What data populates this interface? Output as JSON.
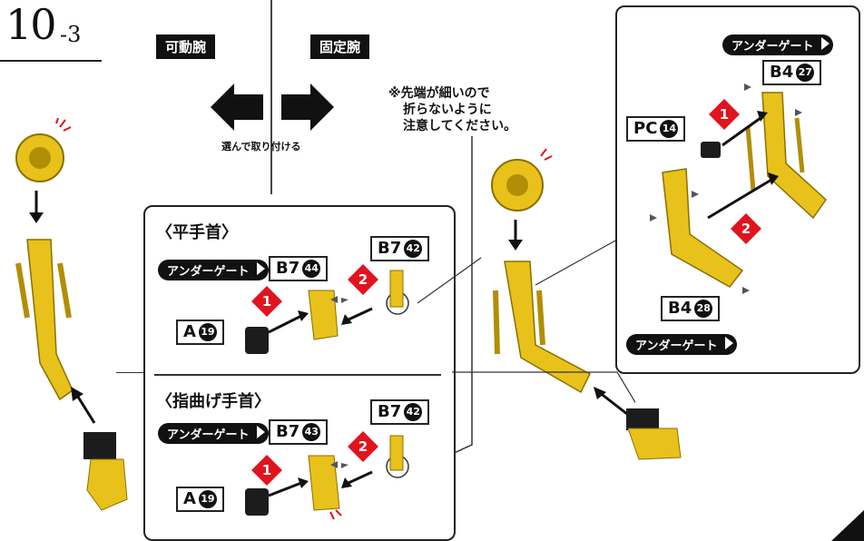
{
  "step": {
    "number": "10",
    "sub": "-3"
  },
  "choice": {
    "movable_label": "可動腕",
    "fixed_label": "固定腕",
    "choose_text": "選んで取り付ける"
  },
  "note_lines": [
    "※先端が細いので",
    "折らないように",
    "注意してください。"
  ],
  "panel_flat": {
    "title": "〈平手首〉",
    "under_gate": "アンダーゲート",
    "part_b7_main": "B7",
    "part_b7_main_num": "44",
    "part_b7_small": "B7",
    "part_b7_small_num": "42",
    "part_a": "A",
    "part_a_num": "19",
    "step1": "1",
    "step2": "2"
  },
  "panel_bent": {
    "title": "〈指曲げ手首〉",
    "under_gate": "アンダーゲート",
    "part_b7_main": "B7",
    "part_b7_main_num": "43",
    "part_b7_small": "B7",
    "part_b7_small_num": "42",
    "part_a": "A",
    "part_a_num": "19",
    "step1": "1",
    "step2": "2"
  },
  "panel_right": {
    "under_gate_top": "アンダーゲート",
    "part_b4_top": "B4",
    "part_b4_top_num": "27",
    "part_pc": "PC",
    "part_pc_num": "14",
    "part_b4_bottom": "B4",
    "part_b4_bottom_num": "28",
    "under_gate_bottom": "アンダーゲート",
    "step1": "1",
    "step2": "2"
  },
  "colors": {
    "part_yellow": "#e8c21a",
    "part_dark": "#1c1c1c",
    "accent_red": "#e0141e"
  }
}
